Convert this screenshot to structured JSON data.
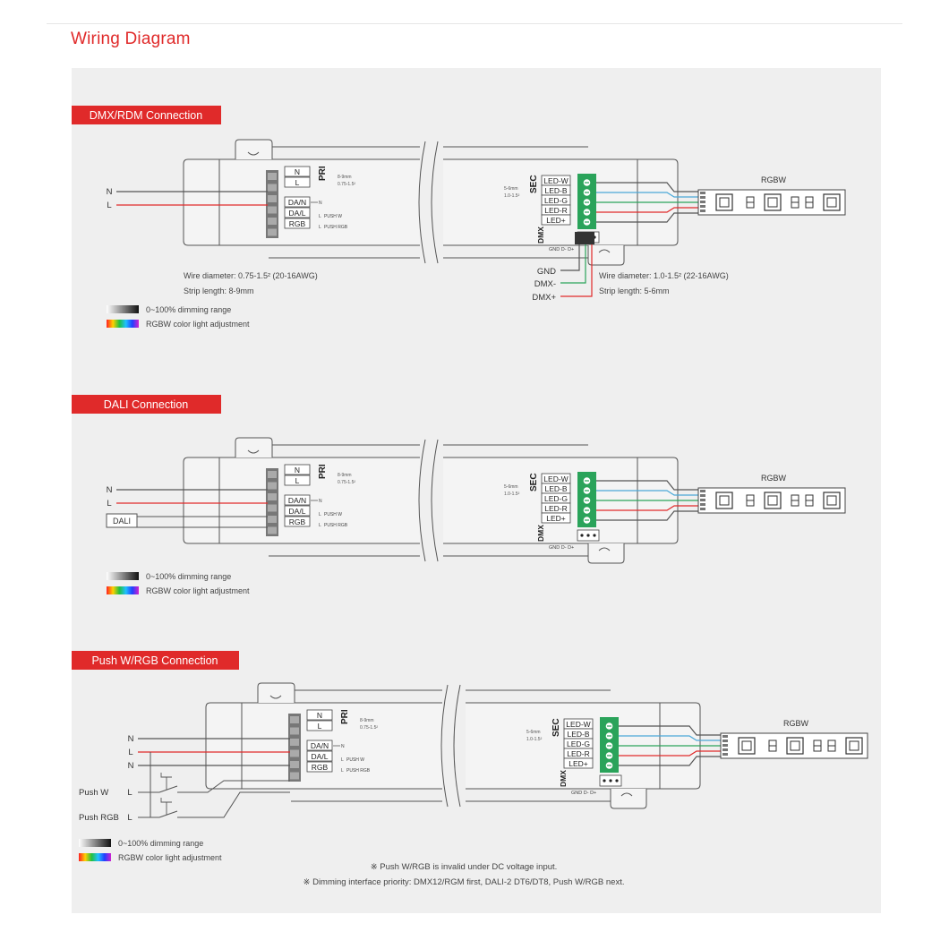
{
  "page": {
    "title": "Wiring Diagram"
  },
  "colors": {
    "accent": "#e02a2a",
    "panel": "#efefef",
    "terminal_green": "#2aa35a",
    "wire_red": "#e02a2a",
    "wire_green": "#2aa35a",
    "wire_blue": "#4aa8d8",
    "wire_gray": "#555555"
  },
  "legend": {
    "dimming": "0~100% dimming range",
    "rgbw": "RGBW color light adjustment"
  },
  "pri": {
    "label": "PRI",
    "n": "N",
    "l": "L",
    "dan": "DA/N",
    "dal": "DA/L",
    "rgb": "RGB",
    "strip_spec": "8-9mm",
    "wire_spec": "0.75-1.5²",
    "pin_n": "N",
    "pin_l": "L",
    "push_w": "PUSH W",
    "push_rgb": "PUSH RGB"
  },
  "sec": {
    "label": "SEC",
    "led_w": "LED-W",
    "led_b": "LED-B",
    "led_g": "LED-G",
    "led_r": "LED-R",
    "led_plus": "LED+",
    "dmx_label": "DMX",
    "dmx_pins": "GND D- D+",
    "strip_spec": "5-6mm",
    "wire_spec": "1.0-1.5²"
  },
  "strip": {
    "label": "RGBW"
  },
  "sections": [
    {
      "title": "DMX/RDM Connection",
      "inputs": {
        "n": "N",
        "l": "L"
      },
      "pri_wire_note": "Wire diameter: 0.75-1.5² (20-16AWG)",
      "pri_strip_note": "Strip length: 8-9mm",
      "dmx_gnd": "GND",
      "dmx_minus": "DMX-",
      "dmx_plus": "DMX+",
      "sec_wire_note": "Wire diameter: 1.0-1.5² (22-16AWG)",
      "sec_strip_note": "Strip length: 5-6mm"
    },
    {
      "title": "DALI Connection",
      "inputs": {
        "n": "N",
        "l": "L",
        "dali": "DALI"
      }
    },
    {
      "title": "Push W/RGB Connection",
      "inputs": {
        "n1": "N",
        "l": "L",
        "n2": "N",
        "push_w": "Push W",
        "push_w_l": "L",
        "push_rgb": "Push RGB",
        "push_rgb_l": "L"
      },
      "notes": [
        "※  Push W/RGB is invalid under DC voltage input.",
        "※  Dimming interface priority: DMX12/RGM first, DALI-2 DT6/DT8, Push W/RGB next."
      ]
    }
  ]
}
